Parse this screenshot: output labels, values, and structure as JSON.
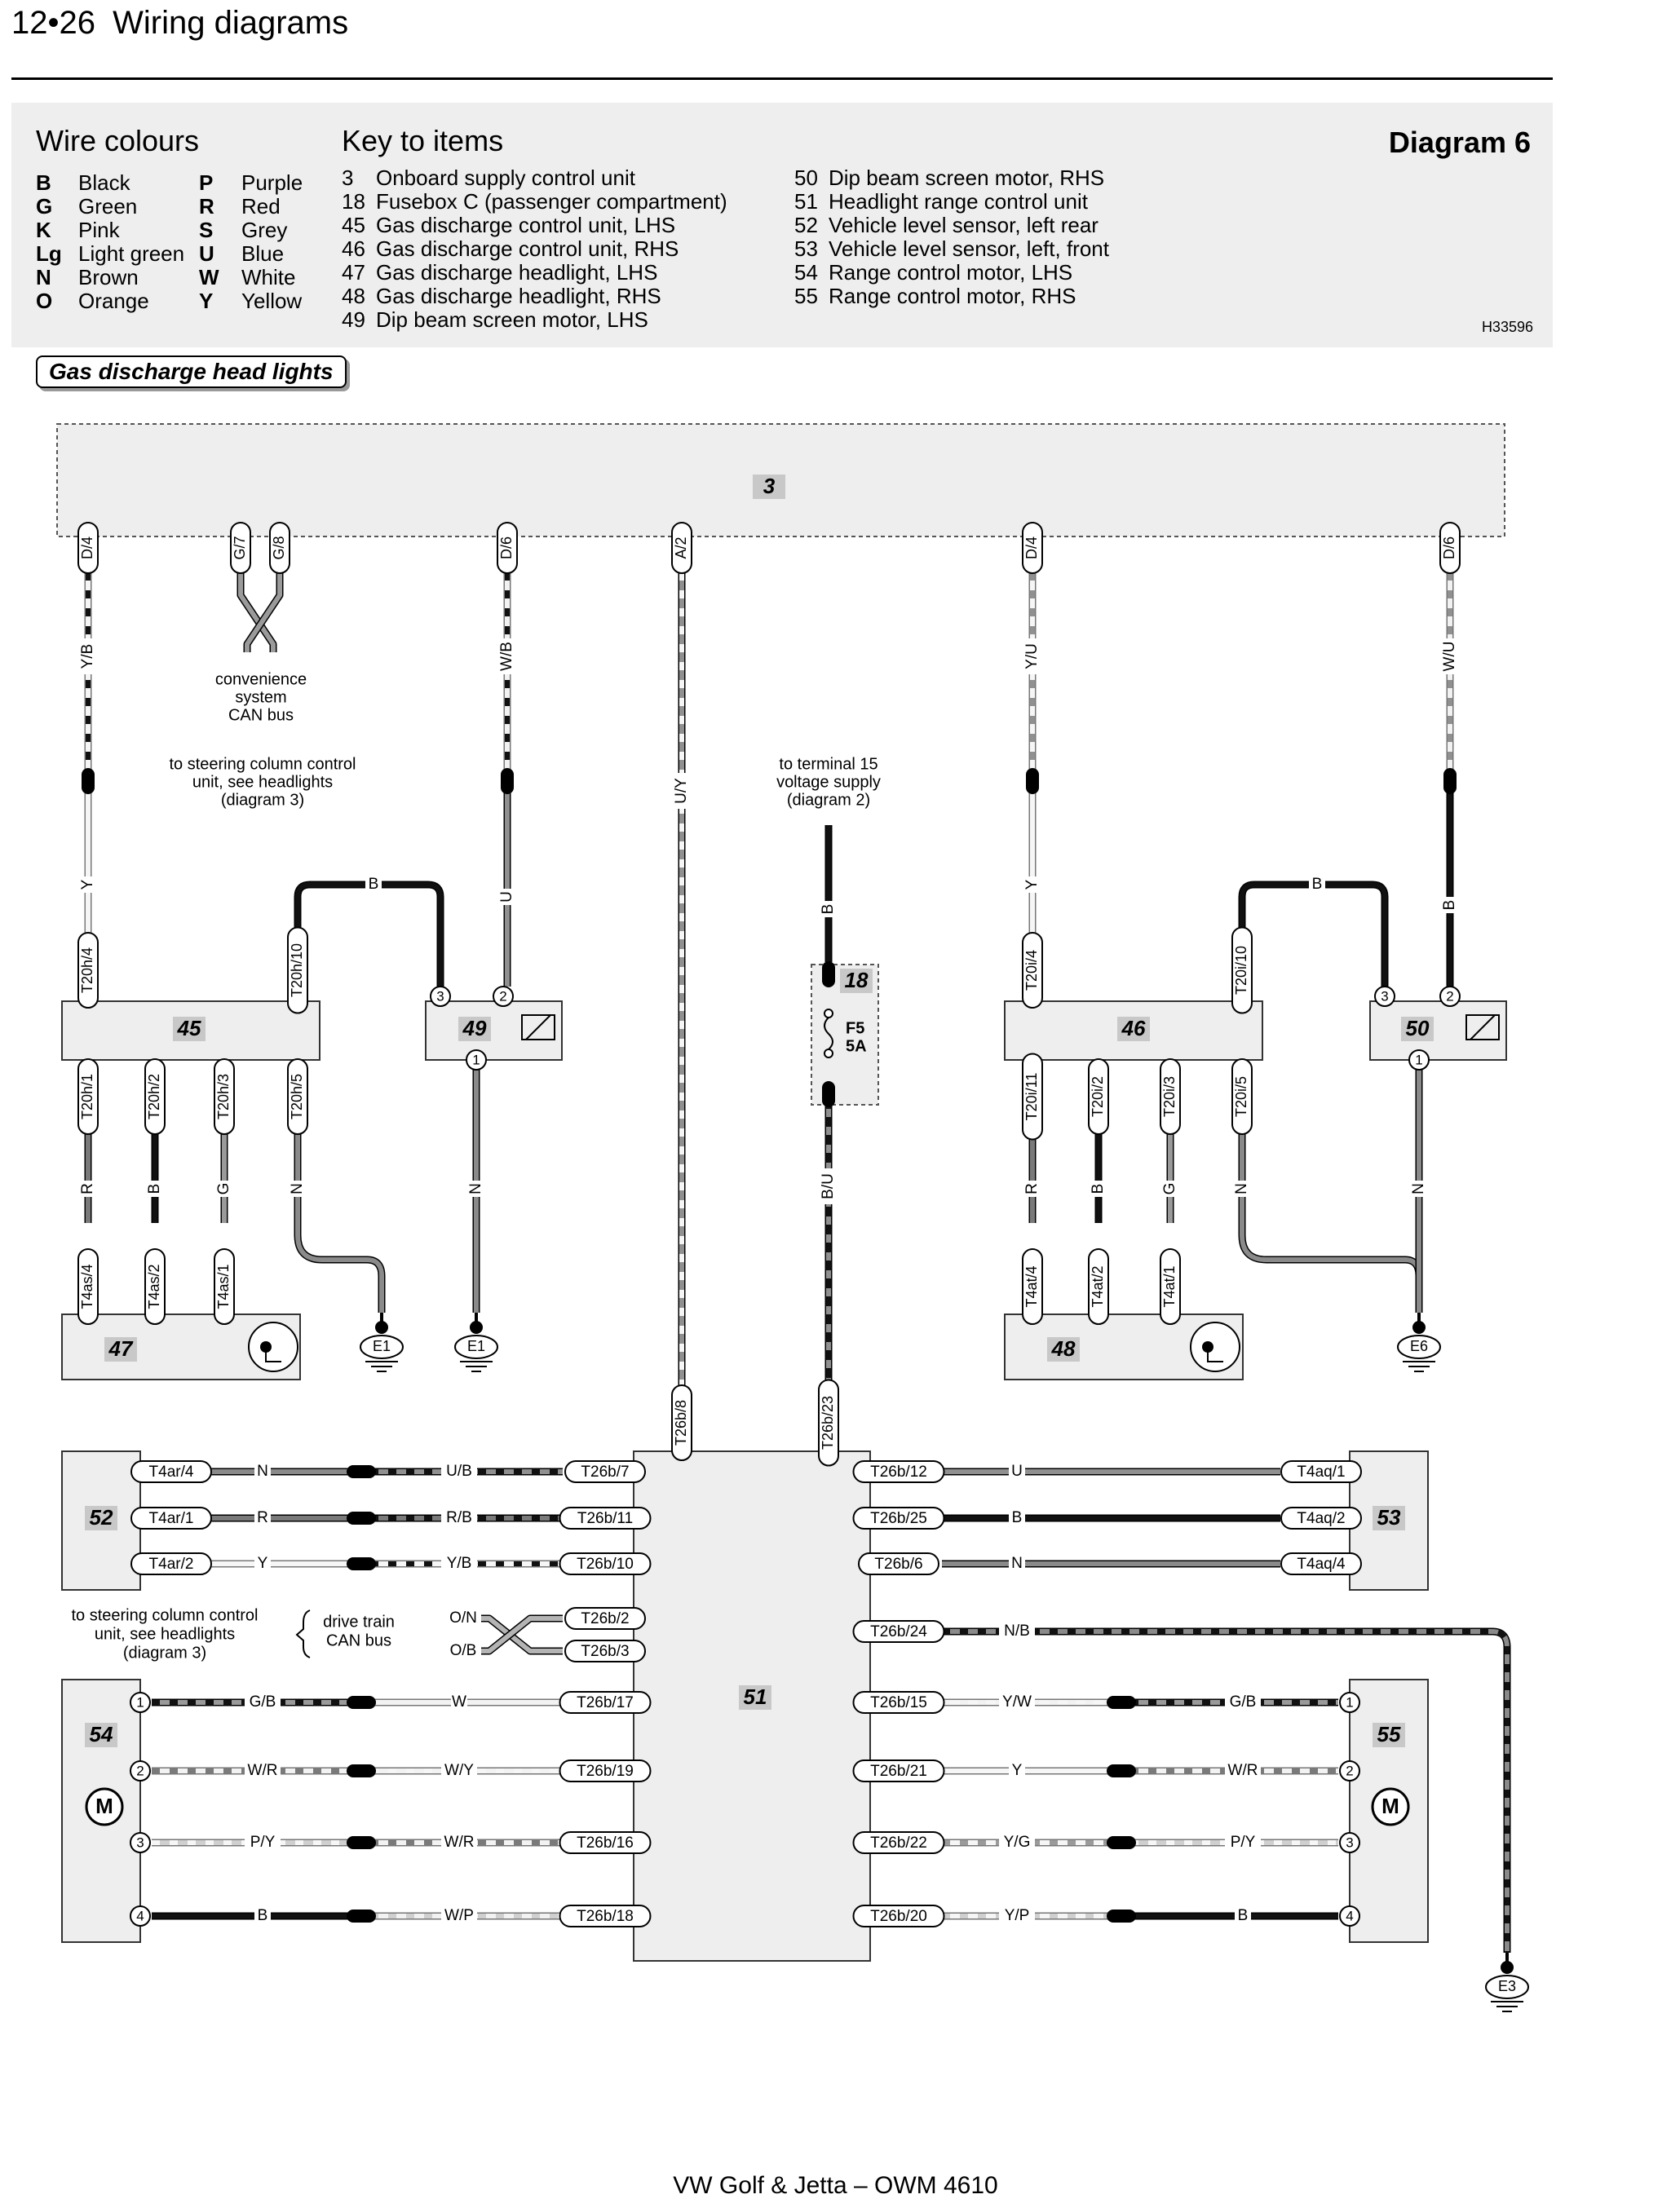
{
  "header": {
    "page": "12•26",
    "title": "Wiring diagrams"
  },
  "key": {
    "wire_colours_title": "Wire colours",
    "wire_colours": [
      {
        "code": "B",
        "name": "Black"
      },
      {
        "code": "G",
        "name": "Green"
      },
      {
        "code": "K",
        "name": "Pink"
      },
      {
        "code": "Lg",
        "name": "Light green"
      },
      {
        "code": "N",
        "name": "Brown"
      },
      {
        "code": "O",
        "name": "Orange"
      },
      {
        "code": "P",
        "name": "Purple"
      },
      {
        "code": "R",
        "name": "Red"
      },
      {
        "code": "S",
        "name": "Grey"
      },
      {
        "code": "U",
        "name": "Blue"
      },
      {
        "code": "W",
        "name": "White"
      },
      {
        "code": "Y",
        "name": "Yellow"
      }
    ],
    "items_title": "Key to items",
    "items": [
      {
        "num": "3",
        "name": "Onboard supply control unit"
      },
      {
        "num": "18",
        "name": "Fusebox C (passenger compartment)"
      },
      {
        "num": "45",
        "name": "Gas discharge control unit, LHS"
      },
      {
        "num": "46",
        "name": "Gas discharge control unit, RHS"
      },
      {
        "num": "47",
        "name": "Gas discharge headlight, LHS"
      },
      {
        "num": "48",
        "name": "Gas discharge headlight, RHS"
      },
      {
        "num": "49",
        "name": "Dip beam screen motor, LHS"
      },
      {
        "num": "50",
        "name": "Dip beam screen motor, RHS"
      },
      {
        "num": "51",
        "name": "Headlight range control unit"
      },
      {
        "num": "52",
        "name": "Vehicle level sensor, left rear"
      },
      {
        "num": "53",
        "name": "Vehicle level sensor, left, front"
      },
      {
        "num": "54",
        "name": "Range control motor, LHS"
      },
      {
        "num": "55",
        "name": "Range control motor, RHS"
      }
    ],
    "diagram_title": "Diagram 6",
    "ref_code": "H33596"
  },
  "section_title": "Gas discharge head lights",
  "diagram": {
    "components": {
      "c3": "3",
      "c18": "18",
      "c45": "45",
      "c46": "46",
      "c47": "47",
      "c48": "48",
      "c49": "49",
      "c50": "50",
      "c51": "51",
      "c52": "52",
      "c53": "53",
      "c54": "54",
      "c55": "55"
    },
    "top_pins": [
      "D/4",
      "G/7",
      "G/8",
      "D/6",
      "A/2",
      "D/4",
      "D/6"
    ],
    "connectors_45": [
      "T20h/4",
      "T20h/10",
      "T20h/1",
      "T20h/2",
      "T20h/3",
      "T20h/5"
    ],
    "connectors_46": [
      "T20i/4",
      "T20i/10",
      "T20i/11",
      "T20i/2",
      "T20i/3",
      "T20i/5"
    ],
    "connectors_47": [
      "T4as/4",
      "T4as/2",
      "T4as/1"
    ],
    "connectors_48": [
      "T4at/4",
      "T4at/2",
      "T4at/1"
    ],
    "connectors_51_top": [
      "T26b/8",
      "T26b/23"
    ],
    "connectors_52": [
      "T4ar/4",
      "T4ar/1",
      "T4ar/2"
    ],
    "connectors_53": [
      "T4aq/1",
      "T4aq/2",
      "T4aq/4"
    ],
    "connectors_51_left": [
      "T26b/7",
      "T26b/11",
      "T26b/10",
      "T26b/2",
      "T26b/3",
      "T26b/17",
      "T26b/19",
      "T26b/16",
      "T26b/18"
    ],
    "connectors_51_right": [
      "T26b/12",
      "T26b/25",
      "T26b/6",
      "T26b/24",
      "T26b/15",
      "T26b/21",
      "T26b/22",
      "T26b/20"
    ],
    "grounds": [
      "E1",
      "E1",
      "E6",
      "E3"
    ],
    "fuse": {
      "name": "F5",
      "rating": "5A"
    },
    "pins": [
      "1",
      "2",
      "3",
      "4"
    ],
    "motor_symbol": "M",
    "wire_labels": {
      "yb": "Y/B",
      "wb": "W/B",
      "uy": "U/Y",
      "yu": "Y/U",
      "wu": "W/U",
      "y": "Y",
      "b": "B",
      "u": "U",
      "r": "R",
      "g": "G",
      "n": "N",
      "bu": "B/U",
      "ub": "U/B",
      "rb": "R/B",
      "on": "O/N",
      "ob": "O/B",
      "w": "W",
      "wy": "W/Y",
      "wr": "W/R",
      "wp": "W/P",
      "gb": "G/B",
      "py": "P/Y",
      "nb": "N/B",
      "yw": "Y/W",
      "yg": "Y/G",
      "yp": "Y/P"
    },
    "notes": {
      "can1": "convenience",
      "can2": "system",
      "can3": "CAN bus",
      "steer1": "to steering column control",
      "steer2": "unit, see headlights",
      "steer3": "(diagram 3)",
      "term1": "to terminal 15",
      "term2": "voltage supply",
      "term3": "(diagram 2)",
      "dt1": "drive train",
      "dt2": "CAN bus"
    }
  },
  "footer": "VW Golf & Jetta – OWM 4610"
}
